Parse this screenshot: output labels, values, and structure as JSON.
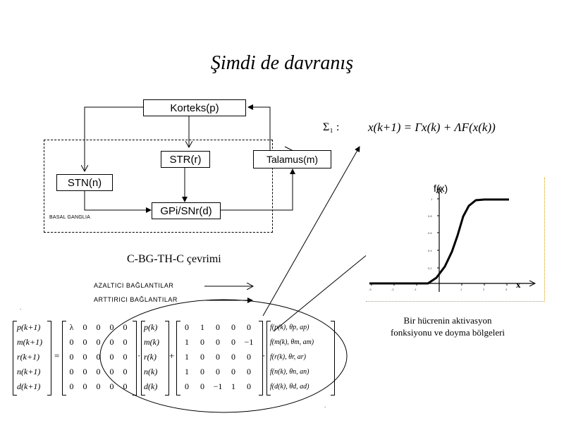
{
  "title": "Şimdi de davranış",
  "diagram": {
    "nodes": {
      "korteks": "Korteks(p)",
      "str": "STR(r)",
      "stn": "STN(n)",
      "gpi": "GPi/SNr(d)",
      "talamus": "Talamus(m)"
    },
    "basal_label": "BASAL GANGLIA",
    "caption": "C-BG-TH-C çevrimi",
    "legend": {
      "inhibitory": "AZALTICI BAĞLANTILAR",
      "excitatory": "ARTTIRICI BAĞLANTILAR"
    }
  },
  "equation": {
    "system": "Σ₁ :",
    "formula": "x(k+1) = Γx(k) + ΛF(x(k))"
  },
  "plot": {
    "ylabel": "f(x)",
    "xlabel": "x",
    "caption_line1": "Bir hücrenin aktivasyon",
    "caption_line2": "fonksiyonu ve doyma bölgeleri"
  },
  "matrix": {
    "lhs": [
      "p(k+1)",
      "m(k+1)",
      "r(k+1)",
      "n(k+1)",
      "d(k+1)"
    ],
    "gamma": [
      [
        "λ",
        "0",
        "0",
        "0",
        "0"
      ],
      [
        "0",
        "0",
        "0",
        "0",
        "0"
      ],
      [
        "0",
        "0",
        "0",
        "0",
        "0"
      ],
      [
        "0",
        "0",
        "0",
        "0",
        "0"
      ],
      [
        "0",
        "0",
        "0",
        "0",
        "0"
      ]
    ],
    "state": [
      "p(k)",
      "m(k)",
      "r(k)",
      "n(k)",
      "d(k)"
    ],
    "lambda": [
      [
        "0",
        "1",
        "0",
        "0",
        "0"
      ],
      [
        "1",
        "0",
        "0",
        "0",
        "−1"
      ],
      [
        "1",
        "0",
        "0",
        "0",
        "0"
      ],
      [
        "1",
        "0",
        "0",
        "0",
        "0"
      ],
      [
        "0",
        "0",
        "−1",
        "1",
        "0"
      ]
    ],
    "f": [
      "f(p(k), θp, ap)",
      "f(m(k), θm, am)",
      "f(r(k), θr, ar)",
      "f(n(k), θn, an)",
      "f(d(k), θd, ad)"
    ],
    "equals": "=",
    "plus": "+",
    "dot": "·"
  }
}
